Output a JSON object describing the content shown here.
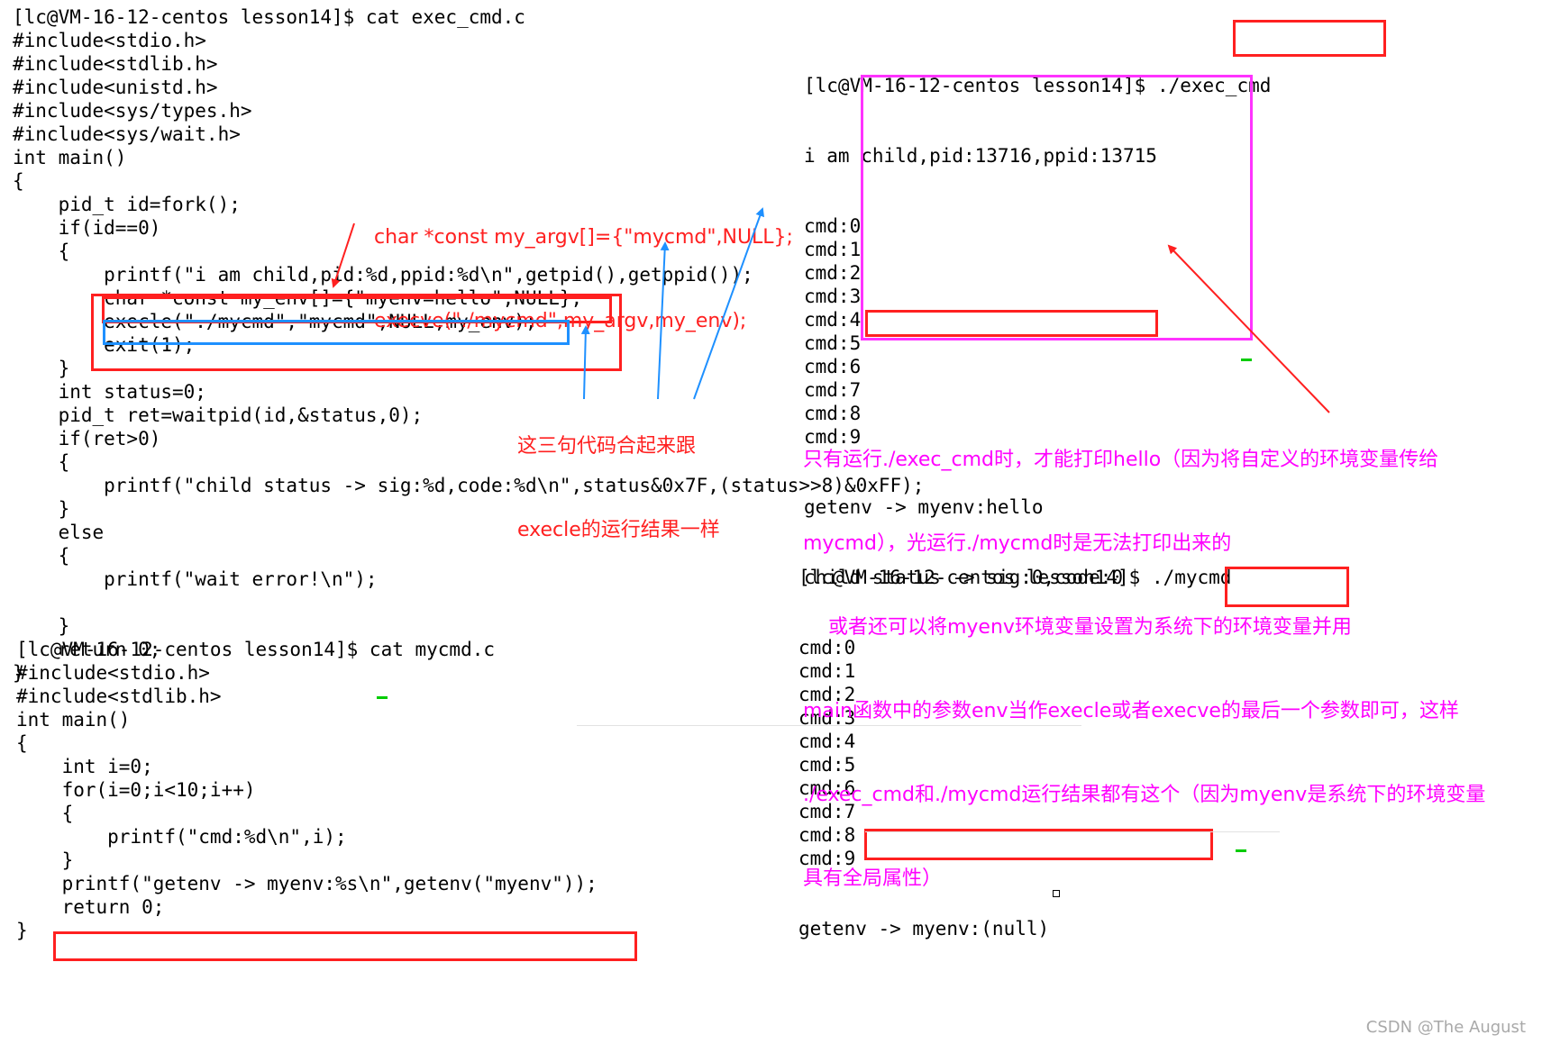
{
  "exec_cmd_source": {
    "lines": [
      "[lc@VM-16-12-centos lesson14]$ cat exec_cmd.c",
      "#include<stdio.h>",
      "#include<stdlib.h>",
      "#include<unistd.h>",
      "#include<sys/types.h>",
      "#include<sys/wait.h>",
      "int main()",
      "{",
      "    pid_t id=fork();",
      "    if(id==0)",
      "    {",
      "        printf(\"i am child,pid:%d,ppid:%d\\n\",getpid(),getppid());",
      "        char *const my_env[]={\"myenv=hello\",NULL};",
      "        execle(\"./mycmd\",\"mycmd\",NULL,my_env);",
      "        exit(1);",
      "    }",
      "    int status=0;",
      "    pid_t ret=waitpid(id,&status,0);",
      "    if(ret>0)",
      "    {",
      "        printf(\"child status -> sig:%d,code:%d\\n\",status&0x7F,(status>>8)&0xFF);",
      "    }",
      "    else",
      "    {",
      "        printf(\"wait error!\\n\");",
      "",
      "    }",
      "    return 0;",
      "}"
    ]
  },
  "mycmd_source": {
    "lines": [
      "[lc@VM-16-12-centos lesson14]$ cat mycmd.c",
      "#include<stdio.h>",
      "#include<stdlib.h>",
      "int main()",
      "{",
      "    int i=0;",
      "    for(i=0;i<10;i++)",
      "    {",
      "        printf(\"cmd:%d\\n\",i);",
      "    }",
      "    printf(\"getenv -> myenv:%s\\n\",getenv(\"myenv\"));",
      "    return 0;",
      "}"
    ]
  },
  "exec_cmd_output": {
    "prompt": "[lc@VM-16-12-centos lesson14]$ ",
    "command": "./exec_cmd",
    "child_line": "i am child,pid:13716,ppid:13715",
    "cmd_lines": [
      "cmd:0",
      "cmd:1",
      "cmd:2",
      "cmd:3",
      "cmd:4",
      "cmd:5",
      "cmd:6",
      "cmd:7",
      "cmd:8",
      "cmd:9"
    ],
    "getenv_line": "getenv -> myenv:hello",
    "status_line": "child status -> sig:0,code:0"
  },
  "mycmd_output": {
    "prompt": "[lc@VM-16-12-centos lesson14]$ ",
    "command": "./mycmd",
    "cmd_lines": [
      "cmd:0",
      "cmd:1",
      "cmd:2",
      "cmd:3",
      "cmd:4",
      "cmd:5",
      "cmd:6",
      "cmd:7",
      "cmd:8",
      "cmd:9"
    ],
    "getenv_line": "getenv -> myenv:(null)"
  },
  "annotations": {
    "execve_code": [
      "char *const my_argv[]={\"mycmd\",NULL};",
      "execve(\"./mycmd\",my_argv,my_env);"
    ],
    "same_result": [
      "这三句代码合起来跟",
      "execle的运行结果一样"
    ],
    "explanation": [
      "只有运行./exec_cmd时，才能打印hello（因为将自定义的环境变量传给",
      "mycmd），光运行./mycmd时是无法打印出来的",
      "    或者还可以将myenv环境变量设置为系统下的环境变量并用",
      "main函数中的参数env当作execle或者execve的最后一个参数即可，这样",
      "./exec_cmd和./mycmd运行结果都有这个（因为myenv是系统下的环境变量",
      "具有全局属性）"
    ]
  },
  "watermark": "CSDN @The    August",
  "colors": {
    "annotation_red": "#ff2020",
    "annotation_magenta": "#ff00ff",
    "box_blue": "#1e90ff",
    "cursor_green": "#00cc00"
  }
}
